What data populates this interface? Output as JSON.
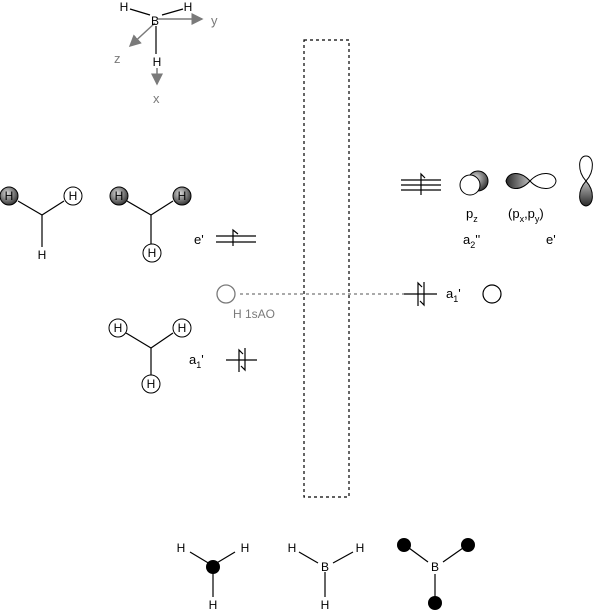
{
  "coordinate_frame": {
    "atoms": {
      "boron": "B",
      "hydrogen": "H"
    },
    "axes": {
      "y": "y",
      "z": "z",
      "x": "x"
    }
  },
  "fragment_orbitals": {
    "e_prime": {
      "label": "e'"
    },
    "a1_prime": {
      "label_main": "a",
      "label_sub": "1",
      "label_prime": "'"
    }
  },
  "h_1s_ao": {
    "label": "H 1sAO"
  },
  "boron_orbitals": {
    "pz": {
      "main": "p",
      "sub": "z"
    },
    "a2_double_prime": {
      "main": "a",
      "sub": "2",
      "prime": "''"
    },
    "pxpy": {
      "open": "(p",
      "sub_x": "x",
      "comma": ",p",
      "sub_y": "y",
      "close": ")"
    },
    "e_prime": {
      "label": "e'"
    },
    "a1_prime": {
      "main": "a",
      "sub": "1",
      "prime": "'"
    }
  },
  "bottom_structures": {
    "atom_h": "H",
    "atom_b": "B"
  },
  "colors": {
    "ink": "#000000",
    "axis_gray": "#7a7a7a",
    "dashed_line": "#555555",
    "lobe_dark": "#3a3a3a",
    "lobe_light": "#ffffff"
  }
}
